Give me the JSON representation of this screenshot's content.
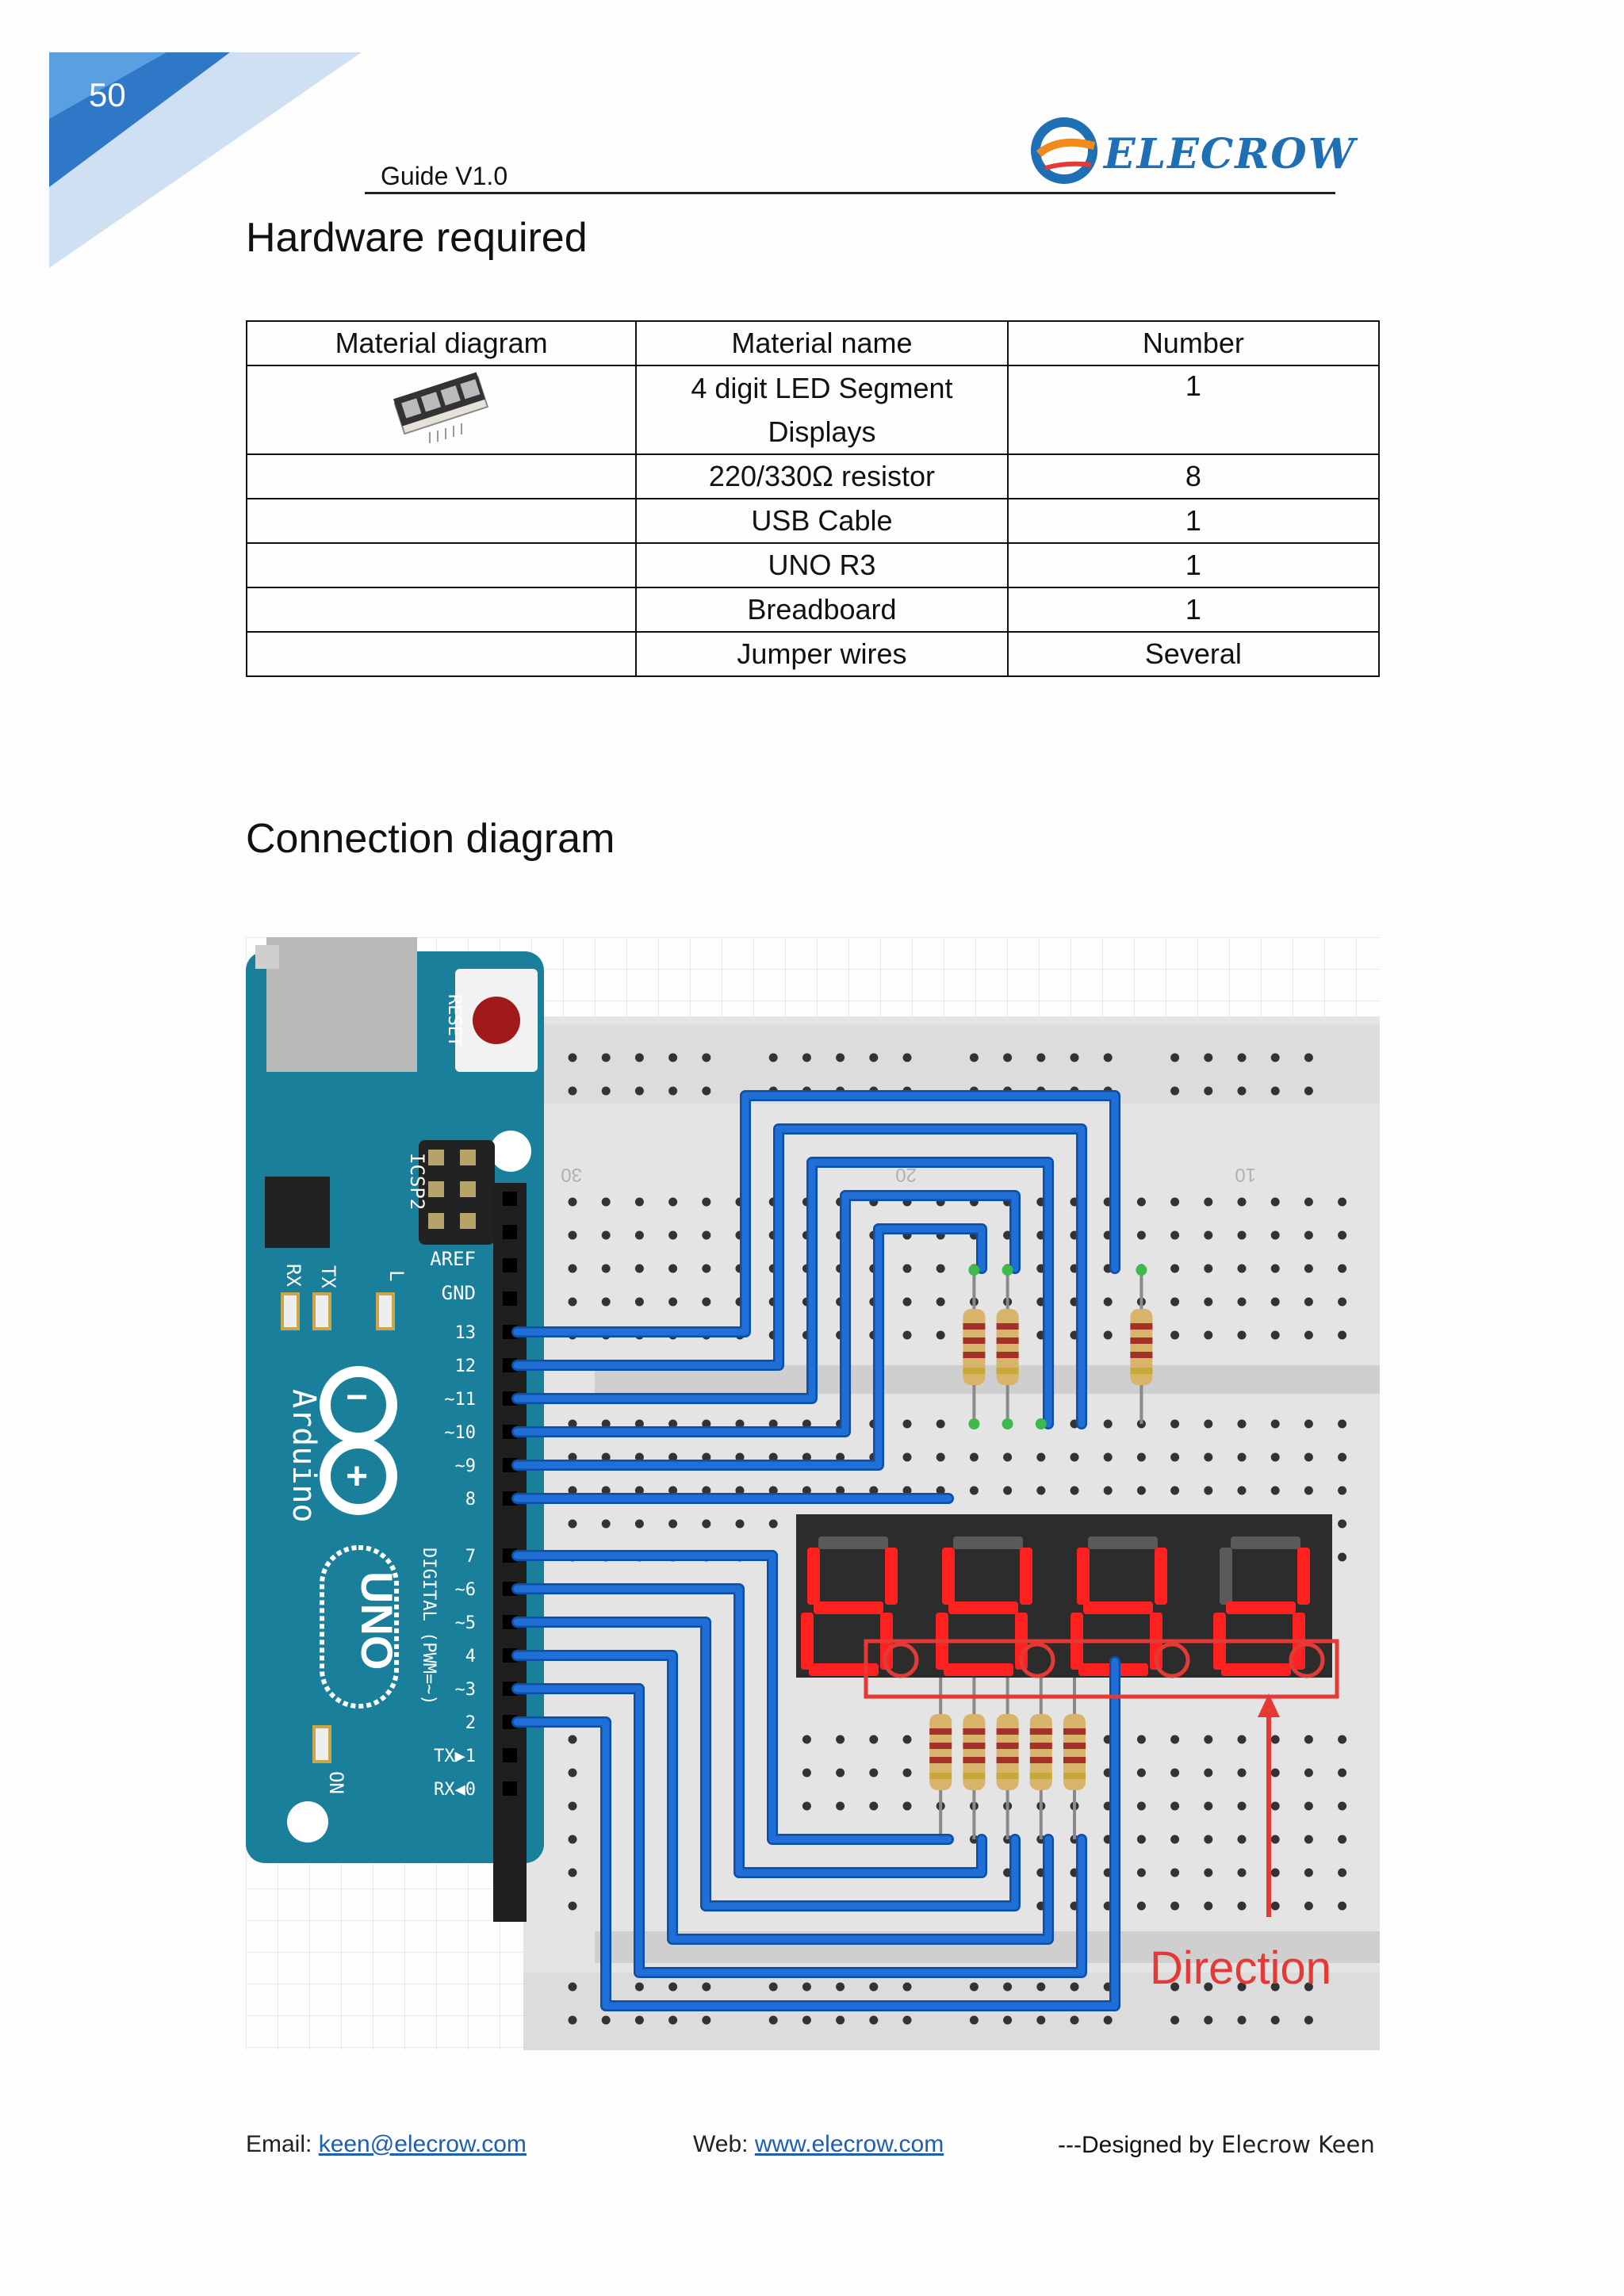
{
  "header": {
    "page_number": "50",
    "guide_label": "Guide  V1.0",
    "logo_text": "ELECROW"
  },
  "sections": {
    "hardware_title": "Hardware required",
    "connection_title": "Connection diagram"
  },
  "table": {
    "headers": [
      "Material diagram",
      "Material name",
      "Number"
    ],
    "rows": [
      {
        "name_line1": "4 digit LED Segment",
        "name_line2": "Displays",
        "number": "1"
      },
      {
        "name": "220/330Ω resistor",
        "number": "8"
      },
      {
        "name": "USB Cable",
        "number": "1"
      },
      {
        "name": "UNO R3",
        "number": "1"
      },
      {
        "name": "Breadboard",
        "number": "1"
      },
      {
        "name": "Jumper wires",
        "number": "Several"
      }
    ]
  },
  "diagram": {
    "board_labels": {
      "reset": "RESET",
      "icsp": "ICSP2",
      "aref": "AREF",
      "gnd": "GND",
      "tx": "TX",
      "rx": "RX",
      "l": "L",
      "on": "ON",
      "brand": "Arduino",
      "model": "UNO",
      "digital": "DIGITAL (PWM=~)",
      "pins": [
        "13",
        "12",
        "~11",
        "~10",
        "~9",
        "8",
        "7",
        "~6",
        "~5",
        "4",
        "~3",
        "2",
        "TX▶1",
        "RX◀0"
      ]
    },
    "breadboard_numbers": [
      "30",
      "20",
      "10"
    ],
    "annotation": "Direction",
    "colors": {
      "wire": "#1f6fd6",
      "annotation": "#e53935",
      "board": "#1a7f9a",
      "segment": "#ff2020"
    }
  },
  "footer": {
    "email_label": "Email: ",
    "email": "keen@elecrow.com",
    "web_label": "Web: ",
    "web": "www.elecrow.com",
    "designed_prefix": "---Designed by",
    "designer": " Elecrow Keen"
  }
}
